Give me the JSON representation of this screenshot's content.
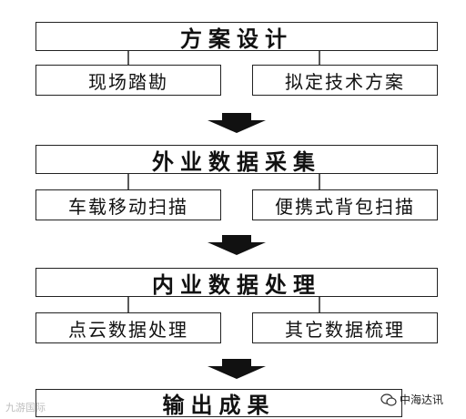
{
  "stages": [
    {
      "title": "方案设计",
      "subs": [
        "现场踏勘",
        "拟定技术方案"
      ]
    },
    {
      "title": "外业数据采集",
      "subs": [
        "车载移动扫描",
        "便携式背包扫描"
      ]
    },
    {
      "title": "内业数据处理",
      "subs": [
        "点云数据处理",
        "其它数据梳理"
      ]
    },
    {
      "title": "输出成果",
      "subs": []
    }
  ],
  "watermark": {
    "left": "九游国际",
    "right": "中海达讯"
  },
  "icons": {
    "wechat": "wechat-icon"
  }
}
